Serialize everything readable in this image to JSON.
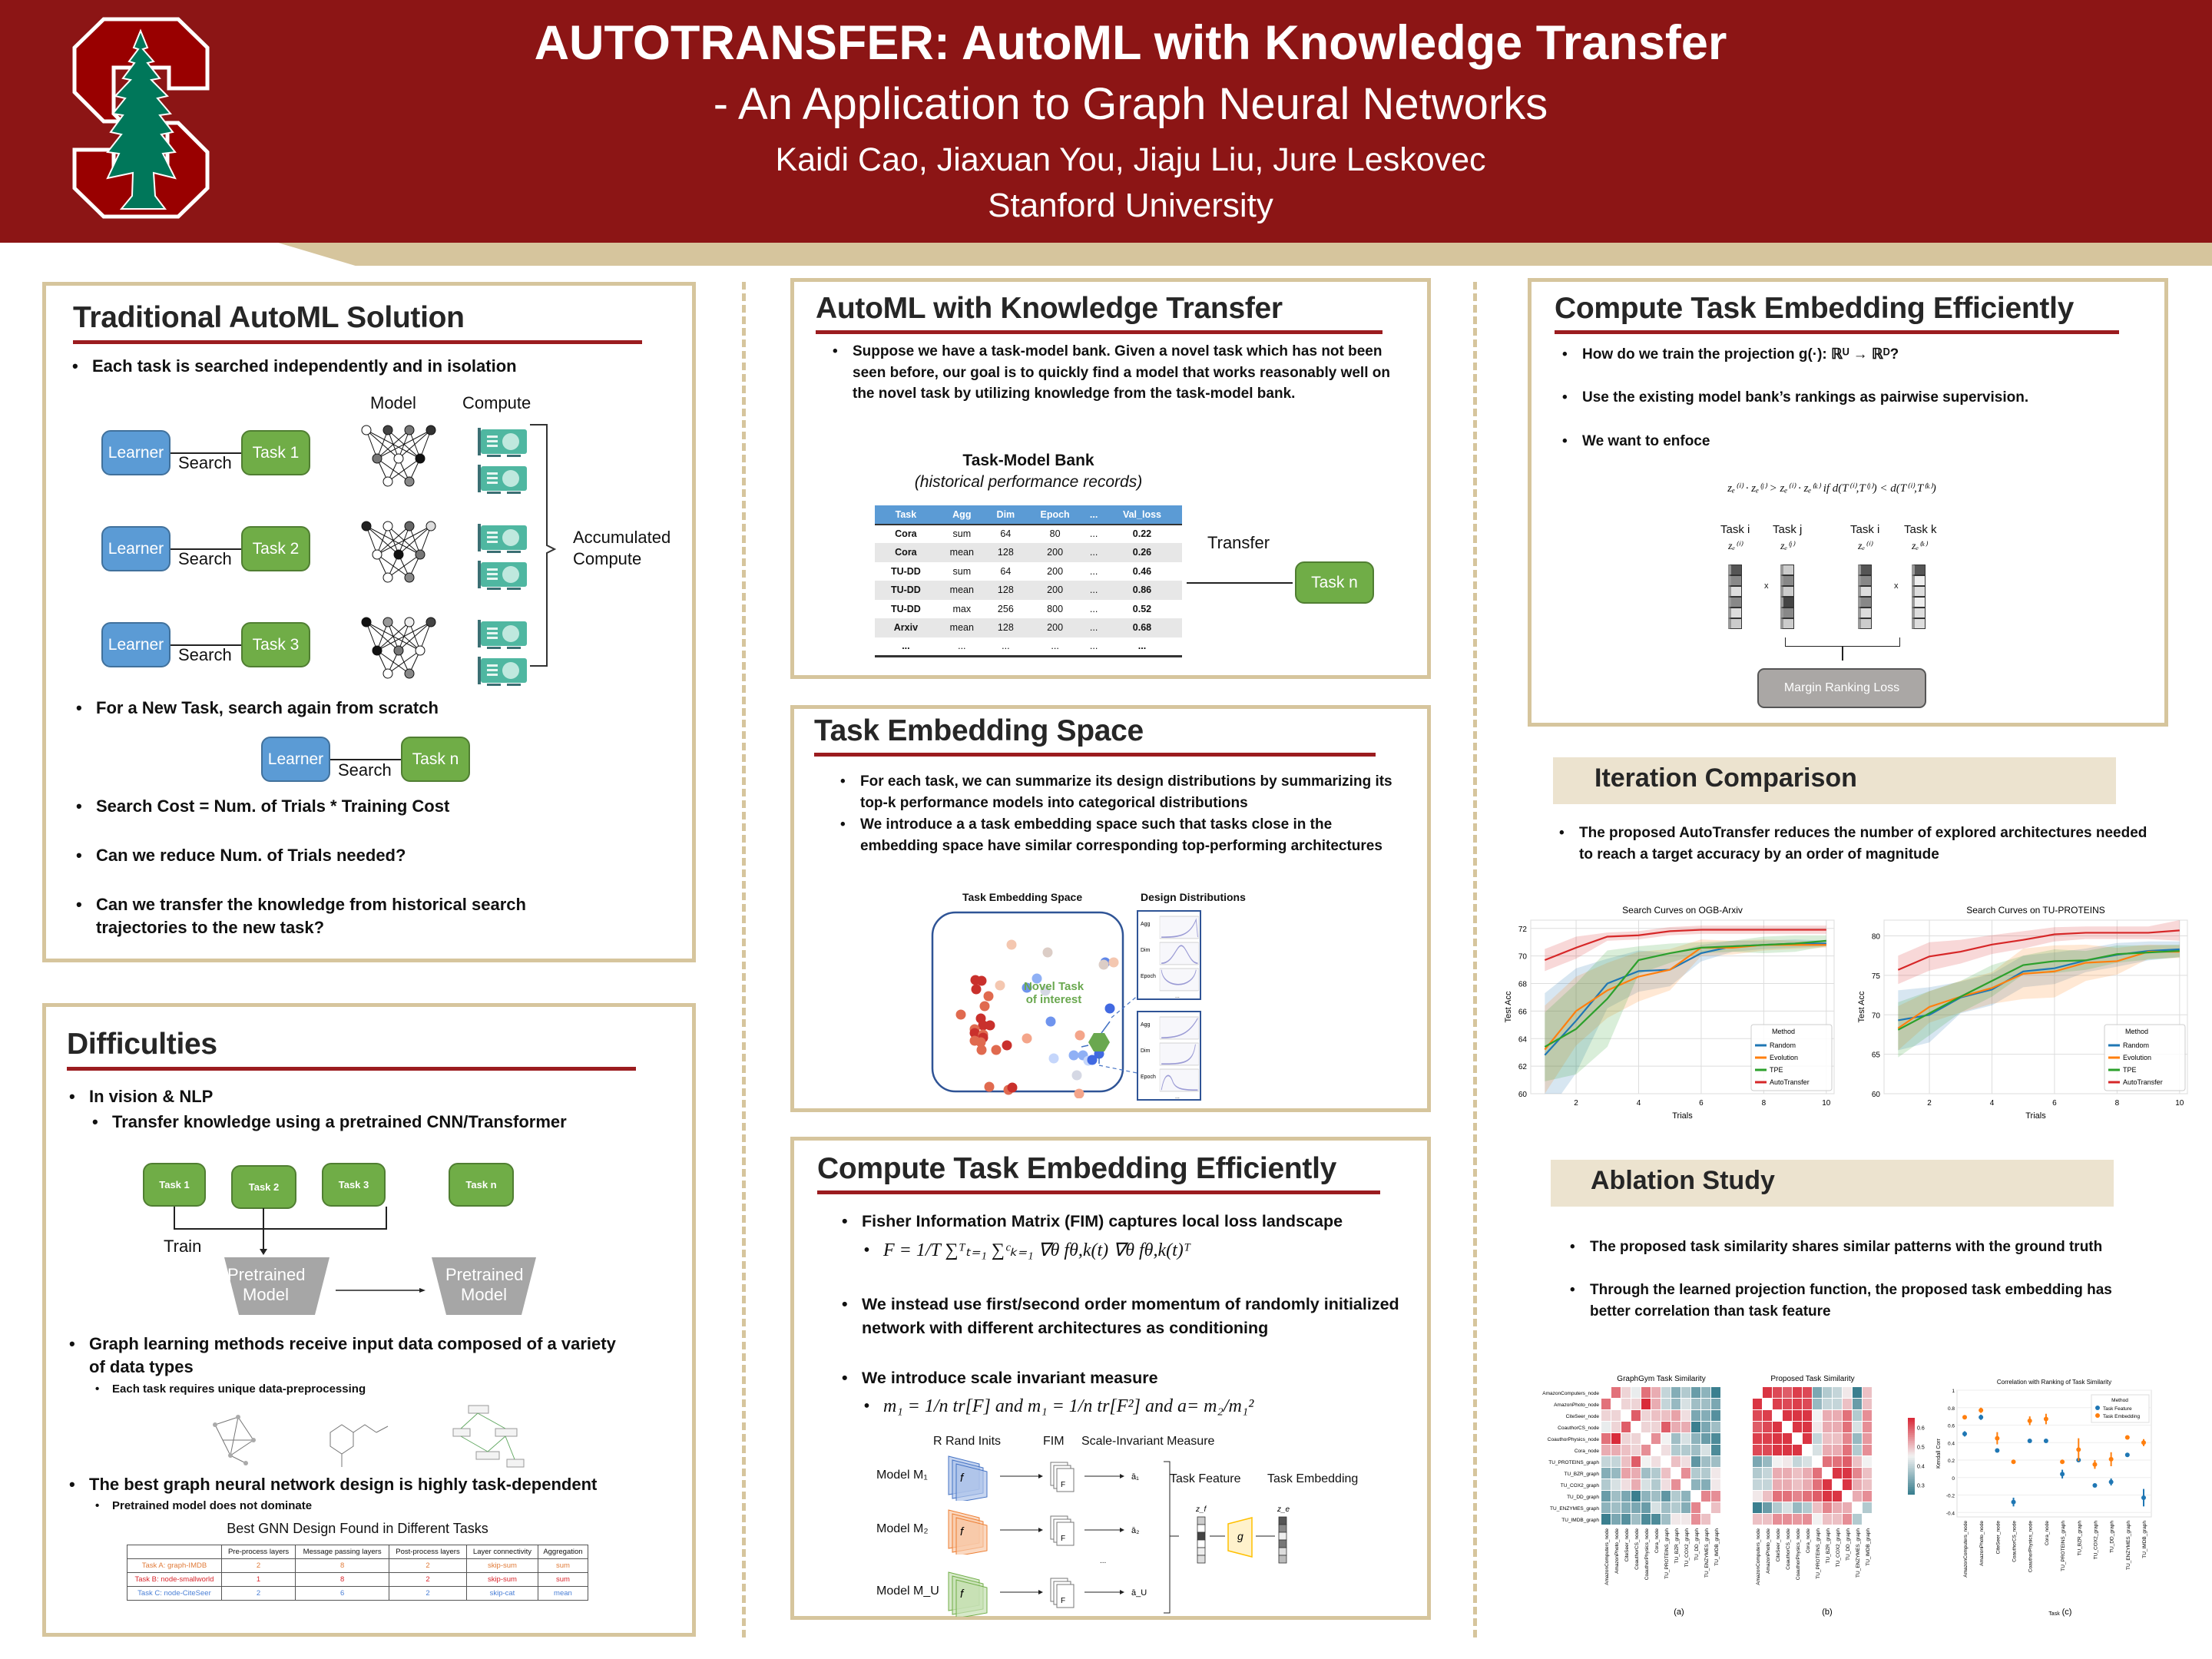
{
  "colors": {
    "cardinal": "#8c1515",
    "sand": "#d6c59d",
    "learner": "#5b9bd5",
    "task": "#70ad47",
    "logo_green": "#00775a"
  },
  "header": {
    "title": "AUTOTRANSFER: AutoML with Knowledge Transfer",
    "subtitle": "- An Application to Graph Neural Networks",
    "authors": "Kaidi Cao, Jiaxuan You, Jiaju Liu, Jure Leskovec",
    "affiliation": "Stanford University",
    "logo": "stanford-s-tree-logo"
  },
  "traditional": {
    "title": "Traditional AutoML Solution",
    "bullets": [
      "Each task is searched independently and in isolation",
      "For a New Task, search again from scratch",
      "Search Cost = Num. of Trials * Training Cost",
      "Can we reduce Num. of Trials needed?",
      "Can we transfer the knowledge from historical search trajectories to the new task?"
    ],
    "diagram": {
      "model_label": "Model",
      "compute_label": "Compute",
      "learner": "Learner",
      "search": "Search",
      "tasks": [
        "Task 1",
        "Task 2",
        "Task 3"
      ],
      "accumulated": "Accumulated Compute",
      "new_task": "Task n"
    }
  },
  "difficulties": {
    "title": "Difficulties",
    "b1": "In vision & NLP",
    "b1_sub": "Transfer knowledge using a pretrained CNN/Transformer",
    "diagram": {
      "tasks": [
        "Task 1",
        "Task 2",
        "Task 3"
      ],
      "new_task": "Task n",
      "train": "Train",
      "pretrained": "Pretrained Model"
    },
    "b2": "Graph learning methods receive input data composed of a variety of data types",
    "b2_sub": "Each task requires unique data-preprocessing",
    "b3": "The best graph neural network design is highly task-dependent",
    "b3_sub": "Pretrained model does not dominate",
    "table": {
      "caption": "Best GNN Design Found in Different Tasks",
      "headers": [
        "",
        "Pre-process layers",
        "Message passing layers",
        "Post-process layers",
        "Layer connectivity",
        "Aggregation"
      ],
      "rows": [
        {
          "color": "#e07b39",
          "cells": [
            "Task A: graph-IMDB",
            "2",
            "8",
            "2",
            "skip-sum",
            "sum"
          ]
        },
        {
          "color": "#d9262c",
          "cells": [
            "Task B: node-smallworld",
            "1",
            "8",
            "2",
            "skip-sum",
            "sum"
          ]
        },
        {
          "color": "#4a7fd6",
          "cells": [
            "Task C: node-CiteSeer",
            "2",
            "6",
            "2",
            "skip-cat",
            "mean"
          ]
        }
      ]
    }
  },
  "knowledge": {
    "title": "AutoML with Knowledge Transfer",
    "bullet": "Suppose we have a task-model bank. Given a novel task which has not been seen before, our goal is to quickly find a model that works reasonably well on the novel task by utilizing knowledge from the task-model bank.",
    "bank_title": "Task-Model Bank",
    "bank_subtitle": "(historical performance records)",
    "bank_headers": [
      "Task",
      "Agg",
      "Dim",
      "Epoch",
      "...",
      "Val_loss"
    ],
    "bank_rows": [
      [
        "Cora",
        "sum",
        "64",
        "80",
        "...",
        "0.22"
      ],
      [
        "Cora",
        "mean",
        "128",
        "200",
        "...",
        "0.26"
      ],
      [
        "TU-DD",
        "sum",
        "64",
        "200",
        "...",
        "0.46"
      ],
      [
        "TU-DD",
        "mean",
        "128",
        "200",
        "...",
        "0.86"
      ],
      [
        "TU-DD",
        "max",
        "256",
        "800",
        "...",
        "0.52"
      ],
      [
        "Arxiv",
        "mean",
        "128",
        "200",
        "...",
        "0.68"
      ],
      [
        "...",
        "...",
        "...",
        "...",
        "...",
        "..."
      ]
    ],
    "transfer": "Transfer",
    "task_n": "Task n"
  },
  "embedding_space": {
    "title": "Task Embedding Space",
    "bullets": [
      "For each task, we can summarize its design distributions by summarizing its top-k performance models into categorical distributions",
      "We introduce a a task embedding space such that tasks close in the embedding space have similar corresponding top-performing architectures"
    ],
    "fig_title": "Task Embedding Space",
    "dist_title": "Design Distributions",
    "novel": "Novel Task of interest",
    "dist_labels": [
      "Agg",
      "Dim",
      "Epoch"
    ],
    "ellipsis": "..."
  },
  "compute_mid": {
    "title": "Compute Task Embedding Efficiently",
    "b1": "Fisher Information Matrix (FIM) captures local loss landscape",
    "f1": "F = 1/T ∑ᵀₜ₌₁ ∑ᶜₖ₌₁ ∇θ fθ,k(t) ∇θ fθ,k(t)ᵀ",
    "b2": "We instead use first/second order momentum of randomly initialized network with different architectures as conditioning",
    "b3": "We introduce scale invariant measure",
    "f2": "m₁ = 1/n tr[F] and m₁ = 1/n tr[F²] and a= m₂/m₁²",
    "diagram": {
      "rand_inits": "R Rand Inits",
      "fim": "FIM",
      "measure": "Scale-Invariant Measure",
      "models": [
        "Model M₁",
        "Model M₂",
        "Model M_U"
      ],
      "a_labels": [
        "ā₁",
        "ā₂",
        "ā_U"
      ],
      "f": "f",
      "F": "F",
      "g": "g",
      "dots": "...",
      "task_feature": "Task Feature",
      "task_embedding": "Task Embedding",
      "zf": "z_f",
      "ze": "z_e"
    }
  },
  "compute_right": {
    "title": "Compute Task Embedding Efficiently",
    "b1": "How do we train the projection g(·): ℝᵁ → ℝᴰ?",
    "b2": "Use the existing model bank’s rankings as pairwise supervision.",
    "b3": "We want to enfoce",
    "formula": "zₑ⁽ⁱ⁾ · zₑ⁽ʲ⁾ > zₑ⁽ⁱ⁾ · zₑ⁽ᵏ⁾  if  d(T⁽ⁱ⁾,T⁽ʲ⁾) < d(T⁽ⁱ⁾,T⁽ᵏ⁾)",
    "tasks": [
      "Task i",
      "Task j",
      "Task i",
      "Task k"
    ],
    "z": [
      "zₑ⁽ⁱ⁾",
      "zₑ⁽ʲ⁾",
      "zₑ⁽ⁱ⁾",
      "zₑ⁽ᵏ⁾"
    ],
    "times": "x",
    "loss": "Margin Ranking Loss"
  },
  "iteration": {
    "title": "Iteration Comparison",
    "bullet": "The proposed AutoTransfer reduces the number of explored architectures needed to reach a target accuracy by an order of magnitude"
  },
  "ablation": {
    "title": "Ablation Study",
    "bullets": [
      "The proposed task similarity shares similar patterns with the ground truth",
      "Through the learned projection function, the proposed task embedding has better correlation than task feature"
    ],
    "panel_labels": [
      "(a)",
      "(b)",
      "(c)"
    ]
  },
  "chart_data": [
    {
      "type": "line",
      "title": "Search Curves on OGB-Arxiv",
      "xlabel": "Trials",
      "ylabel": "Test Acc",
      "x": [
        1,
        2,
        3,
        4,
        5,
        6,
        7,
        8,
        9,
        10
      ],
      "xticks": [
        2,
        4,
        6,
        8,
        10
      ],
      "ylim": [
        60,
        72.6
      ],
      "yticks": [
        60,
        62,
        64,
        66,
        68,
        70,
        72
      ],
      "grid": true,
      "legend_title": "Method",
      "legend_position": "bottom-right",
      "series": [
        {
          "name": "Random",
          "color": "#1f77b4",
          "values": [
            62.8,
            65.3,
            68.0,
            68.9,
            69.0,
            70.2,
            70.7,
            70.8,
            70.9,
            70.9
          ],
          "band": [
            4.5,
            3.8,
            1.8,
            1.5,
            1.2,
            0.6,
            0.4,
            0.3,
            0.3,
            0.2
          ]
        },
        {
          "name": "Evolution",
          "color": "#ff7f0e",
          "values": [
            63.2,
            66.0,
            67.5,
            68.5,
            69.0,
            70.6,
            70.6,
            70.8,
            70.8,
            70.8
          ],
          "band": [
            3.2,
            2.5,
            2.0,
            1.8,
            1.5,
            0.6,
            0.5,
            0.4,
            0.3,
            0.2
          ]
        },
        {
          "name": "TPE",
          "color": "#2ca02c",
          "values": [
            63.4,
            64.7,
            66.9,
            69.7,
            70.2,
            70.6,
            70.7,
            70.8,
            70.9,
            71.1
          ],
          "band": [
            2.5,
            3.3,
            3.5,
            1.0,
            0.7,
            0.4,
            0.4,
            0.6,
            0.6,
            0.4
          ]
        },
        {
          "name": "AutoTransfer",
          "color": "#d62728",
          "values": [
            69.7,
            70.6,
            71.4,
            71.5,
            71.8,
            71.9,
            71.9,
            71.9,
            71.9,
            71.9
          ],
          "band": [
            0.8,
            0.8,
            0.3,
            0.3,
            0.3,
            0.3,
            0.3,
            0.3,
            0.3,
            0.3
          ]
        }
      ]
    },
    {
      "type": "line",
      "title": "Search Curves on TU-PROTEINS",
      "xlabel": "Trials",
      "ylabel": "Test Acc",
      "x": [
        1,
        2,
        3,
        4,
        5,
        6,
        7,
        8,
        9,
        10
      ],
      "xticks": [
        2,
        4,
        6,
        8,
        10
      ],
      "ylim": [
        60,
        82
      ],
      "yticks": [
        60,
        65,
        70,
        75,
        80
      ],
      "grid": true,
      "legend_title": "Method",
      "legend_position": "bottom-right",
      "series": [
        {
          "name": "Random",
          "color": "#1f77b4",
          "values": [
            69.3,
            70.0,
            72.2,
            73.2,
            75.5,
            75.9,
            76.9,
            77.6,
            78.1,
            78.3
          ],
          "band": [
            3.8,
            3.5,
            2.0,
            2.0,
            2.0,
            2.0,
            1.5,
            1.5,
            1.2,
            1.0
          ]
        },
        {
          "name": "Evolution",
          "color": "#ff7f0e",
          "values": [
            68.3,
            71.0,
            72.3,
            73.4,
            75.2,
            75.5,
            76.6,
            76.8,
            78.0,
            78.0
          ],
          "band": [
            2.8,
            2.0,
            2.0,
            2.0,
            3.2,
            3.3,
            2.3,
            1.7,
            0.9,
            0.8
          ]
        },
        {
          "name": "TPE",
          "color": "#2ca02c",
          "values": [
            68.1,
            70.2,
            72.3,
            74.3,
            76.3,
            76.8,
            76.9,
            77.7,
            77.9,
            78.1
          ],
          "band": [
            3.5,
            2.8,
            2.0,
            2.0,
            1.2,
            1.5,
            1.2,
            1.1,
            0.9,
            0.8
          ]
        },
        {
          "name": "AutoTransfer",
          "color": "#d62728",
          "values": [
            75.7,
            77.4,
            78.0,
            78.9,
            79.5,
            80.2,
            80.4,
            80.4,
            80.4,
            80.7
          ],
          "band": [
            1.8,
            1.8,
            1.5,
            1.2,
            1.1,
            0.9,
            0.8,
            0.8,
            0.8,
            1.3
          ]
        }
      ]
    },
    {
      "type": "heatmap",
      "title": "GraphGym Task Similarity",
      "labels": [
        "AmazonComputers_node",
        "AmazonPhoto_node",
        "CiteSeer_node",
        "CoauthorCS_node",
        "CoauthorPhysics_node",
        "Cora_node",
        "TU_PROTEINS_graph",
        "TU_BZR_graph",
        "TU_COX2_graph",
        "TU_DD_graph",
        "TU_ENZYMES_graph",
        "TU_IMDB_graph"
      ],
      "colorbar_ticks": [
        0.3,
        0.4,
        0.5,
        0.6
      ],
      "vlim": [
        0.25,
        0.65
      ],
      "matrix": [
        [
          null,
          0.58,
          0.48,
          0.44,
          0.58,
          0.52,
          0.4,
          0.33,
          0.38,
          0.3,
          0.34,
          0.22
        ],
        [
          0.58,
          null,
          0.48,
          0.48,
          0.65,
          0.52,
          0.4,
          0.35,
          0.42,
          0.36,
          0.36,
          0.32
        ],
        [
          0.48,
          0.48,
          null,
          0.6,
          0.48,
          0.5,
          0.5,
          0.53,
          0.47,
          0.32,
          0.33,
          0.28
        ],
        [
          0.44,
          0.48,
          0.6,
          null,
          0.48,
          0.48,
          0.6,
          0.52,
          0.52,
          0.25,
          0.32,
          0.36
        ],
        [
          0.58,
          0.65,
          0.48,
          0.48,
          null,
          0.55,
          0.45,
          0.36,
          0.42,
          0.34,
          0.3,
          0.27
        ],
        [
          0.52,
          0.52,
          0.5,
          0.48,
          0.55,
          null,
          0.47,
          0.38,
          0.38,
          0.36,
          0.42,
          0.27
        ],
        [
          0.4,
          0.4,
          0.5,
          0.6,
          0.45,
          0.47,
          null,
          0.5,
          0.47,
          0.29,
          0.36,
          0.36
        ],
        [
          0.33,
          0.35,
          0.53,
          0.52,
          0.36,
          0.38,
          0.5,
          null,
          0.55,
          0.38,
          0.38,
          0.46
        ],
        [
          0.38,
          0.42,
          0.47,
          0.52,
          0.42,
          0.38,
          0.47,
          0.55,
          null,
          0.34,
          0.33,
          0.46
        ],
        [
          0.3,
          0.36,
          0.32,
          0.25,
          0.34,
          0.36,
          0.29,
          0.38,
          0.34,
          null,
          0.56,
          0.55
        ],
        [
          0.34,
          0.36,
          0.33,
          0.32,
          0.3,
          0.42,
          0.36,
          0.38,
          0.33,
          0.56,
          null,
          0.5
        ],
        [
          0.22,
          0.32,
          0.28,
          0.36,
          0.27,
          0.27,
          0.36,
          0.46,
          0.46,
          0.55,
          0.5,
          null
        ]
      ]
    },
    {
      "type": "heatmap",
      "title": "Proposed Task Similarity",
      "labels": [
        "AmazonComputers_node",
        "AmazonPhoto_node",
        "CiteSeer_node",
        "CoauthorCS_node",
        "CoauthorPhysics_node",
        "Cora_node",
        "TU_PROTEINS_graph",
        "TU_BZR_graph",
        "TU_COX2_graph",
        "TU_DD_graph",
        "TU_ENZYMES_graph",
        "TU_IMDB_graph"
      ],
      "vlim": [
        0.25,
        0.65
      ],
      "matrix": [
        [
          null,
          0.64,
          0.62,
          0.6,
          0.63,
          0.62,
          0.32,
          0.38,
          0.4,
          0.46,
          0.25,
          0.5
        ],
        [
          0.64,
          null,
          0.63,
          0.62,
          0.63,
          0.62,
          0.35,
          0.4,
          0.4,
          0.5,
          0.3,
          0.5
        ],
        [
          0.62,
          0.63,
          null,
          0.64,
          0.64,
          0.64,
          0.45,
          0.52,
          0.52,
          0.58,
          0.38,
          0.55
        ],
        [
          0.6,
          0.62,
          0.64,
          null,
          0.64,
          0.64,
          0.46,
          0.52,
          0.52,
          0.58,
          0.42,
          0.55
        ],
        [
          0.63,
          0.63,
          0.64,
          0.64,
          null,
          0.64,
          0.4,
          0.5,
          0.5,
          0.56,
          0.35,
          0.54
        ],
        [
          0.62,
          0.62,
          0.64,
          0.64,
          0.64,
          null,
          0.42,
          0.52,
          0.52,
          0.58,
          0.38,
          0.55
        ],
        [
          0.32,
          0.35,
          0.45,
          0.46,
          0.4,
          0.42,
          null,
          0.58,
          0.58,
          0.6,
          0.5,
          0.45
        ],
        [
          0.38,
          0.4,
          0.52,
          0.52,
          0.5,
          0.52,
          0.58,
          null,
          0.64,
          0.64,
          0.56,
          0.5
        ],
        [
          0.4,
          0.4,
          0.52,
          0.52,
          0.5,
          0.52,
          0.58,
          0.64,
          null,
          0.64,
          0.52,
          0.5
        ],
        [
          0.46,
          0.5,
          0.58,
          0.58,
          0.56,
          0.58,
          0.6,
          0.64,
          0.64,
          null,
          0.52,
          0.55
        ],
        [
          0.25,
          0.3,
          0.38,
          0.42,
          0.35,
          0.38,
          0.5,
          0.56,
          0.52,
          0.52,
          null,
          0.38
        ],
        [
          0.5,
          0.5,
          0.55,
          0.55,
          0.54,
          0.55,
          0.45,
          0.5,
          0.5,
          0.55,
          0.38,
          null
        ]
      ]
    },
    {
      "type": "scatter",
      "title": "Correlation with Ranking of Task Similarity",
      "xlabel": "Task",
      "ylabel": "Kendall Corr",
      "categories": [
        "AmazonComputers_node",
        "AmazonPhoto_node",
        "CiteSeer_node",
        "CoauthorCS_node",
        "CoauthorPhysics_node",
        "Cora_node",
        "TU_PROTEINS_graph",
        "TU_BZR_graph",
        "TU_COX2_graph",
        "TU_DD_graph",
        "TU_ENZYMES_graph",
        "TU_IMDB_graph"
      ],
      "ylim": [
        -0.45,
        1.0
      ],
      "yticks": [
        -0.4,
        -0.2,
        0.0,
        0.2,
        0.4,
        0.6,
        0.8,
        1.0
      ],
      "legend_title": "Method",
      "legend_position": "top-right",
      "grid": true,
      "series": [
        {
          "name": "Task Feature",
          "color": "#1f77b4",
          "values": [
            0.5,
            0.69,
            0.31,
            -0.28,
            0.42,
            0.42,
            0.04,
            0.2,
            -0.09,
            -0.05,
            0.26,
            -0.23
          ],
          "err": [
            0.03,
            0.03,
            0.01,
            0.05,
            0.02,
            0.01,
            0.05,
            0.01,
            0.01,
            0.04,
            0.01,
            0.1
          ]
        },
        {
          "name": "Task Embedding",
          "color": "#ff7f0e",
          "values": [
            0.69,
            0.77,
            0.45,
            0.18,
            0.65,
            0.67,
            0.18,
            0.32,
            0.15,
            0.21,
            0.46,
            0.4
          ],
          "err": [
            0.02,
            0.03,
            0.07,
            0.01,
            0.05,
            0.06,
            0.01,
            0.13,
            0.05,
            0.08,
            0.01,
            0.04
          ]
        }
      ]
    }
  ]
}
